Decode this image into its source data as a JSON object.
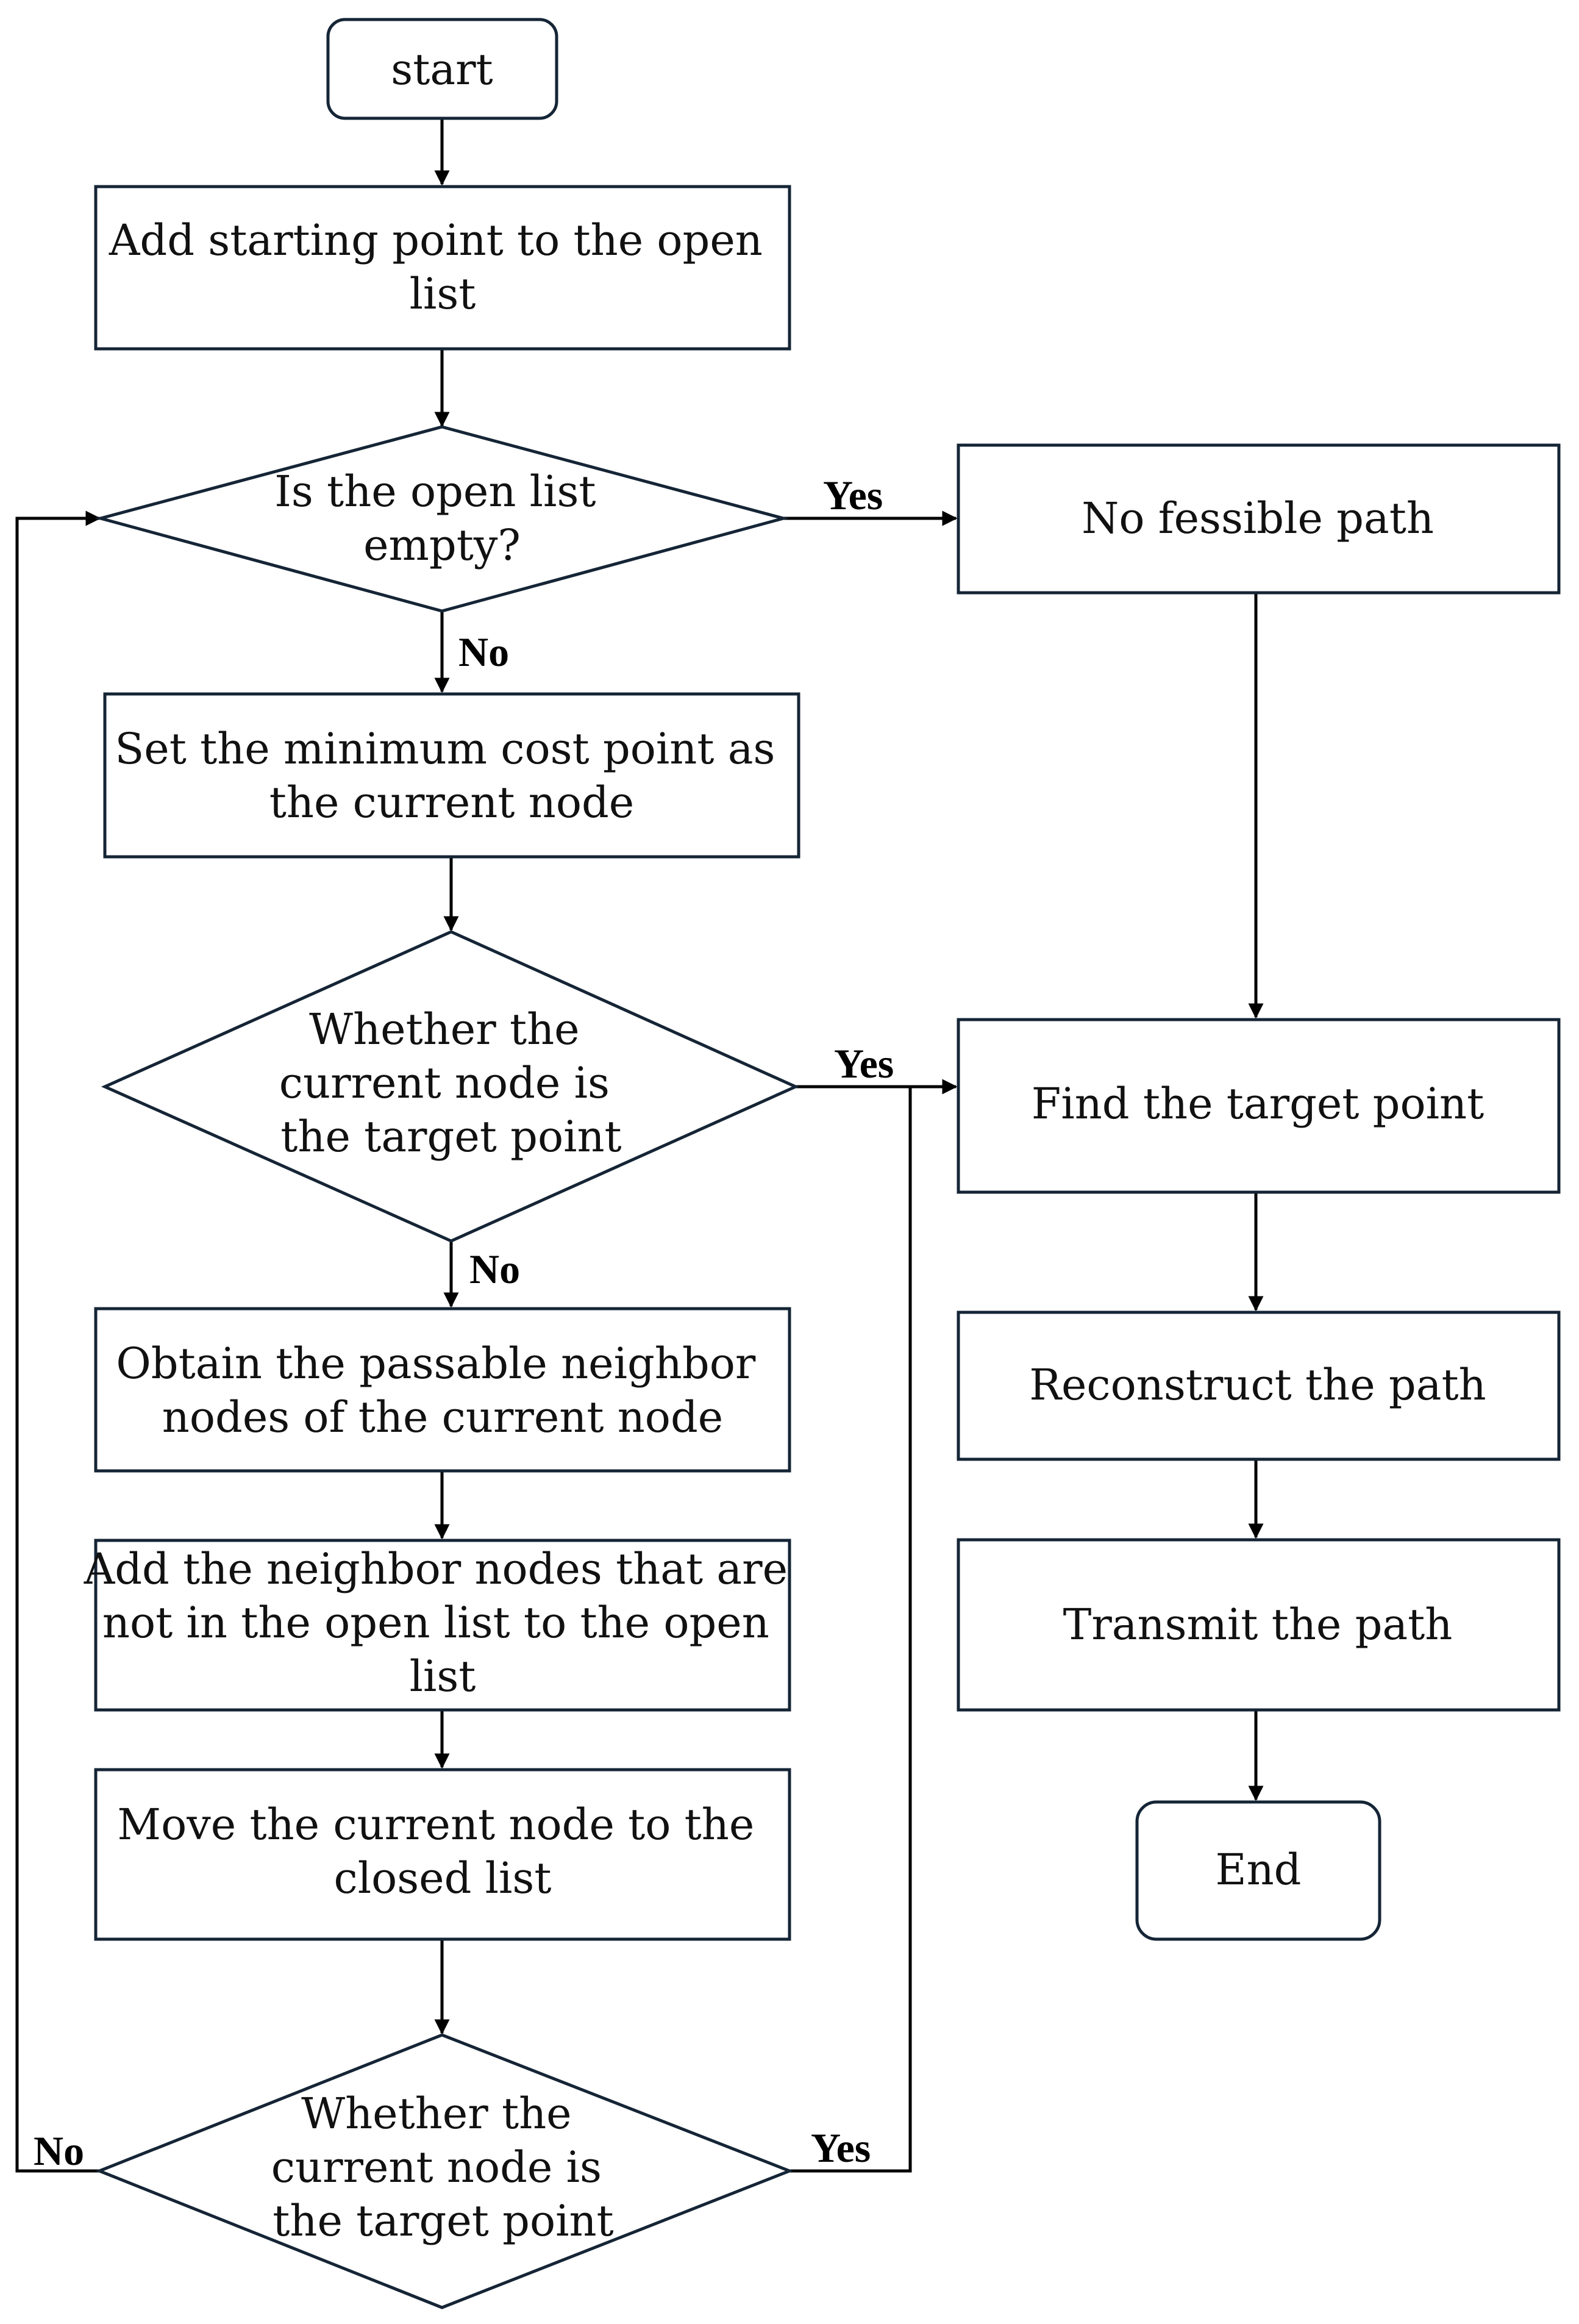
{
  "nodes": {
    "start": {
      "lines": [
        "start"
      ]
    },
    "add_start": {
      "lines": [
        "Add starting point to the open",
        "list"
      ]
    },
    "open_empty": {
      "lines": [
        "Is the open list",
        "empty?"
      ]
    },
    "no_path": {
      "lines": [
        "No fessible path"
      ]
    },
    "set_min": {
      "lines": [
        "Set the minimum cost point as",
        "the current node"
      ]
    },
    "is_target_1": {
      "lines": [
        "Whether the",
        "current node is",
        "the target point"
      ]
    },
    "find_target": {
      "lines": [
        "Find the target point"
      ]
    },
    "obtain_neighbors": {
      "lines": [
        "Obtain the passable neighbor",
        "nodes of the current node"
      ]
    },
    "reconstruct": {
      "lines": [
        "Reconstruct the path"
      ]
    },
    "add_neighbors": {
      "lines": [
        "Add the neighbor nodes that are",
        "not in the open list to the open",
        "list"
      ]
    },
    "transmit": {
      "lines": [
        "Transmit the path"
      ]
    },
    "move_closed": {
      "lines": [
        "Move the current node to the",
        "closed list"
      ]
    },
    "end": {
      "lines": [
        "End"
      ]
    },
    "is_target_2": {
      "lines": [
        "Whether the",
        "current node is",
        "the target point"
      ]
    }
  },
  "edge_labels": {
    "empty_yes": "Yes",
    "empty_no": "No",
    "target1_yes": "Yes",
    "target1_no": "No",
    "target2_yes": "Yes",
    "target2_no": "No"
  },
  "style": {
    "shape_stroke": "#152536",
    "connector_color": "#000000",
    "text_color": "#111111"
  }
}
